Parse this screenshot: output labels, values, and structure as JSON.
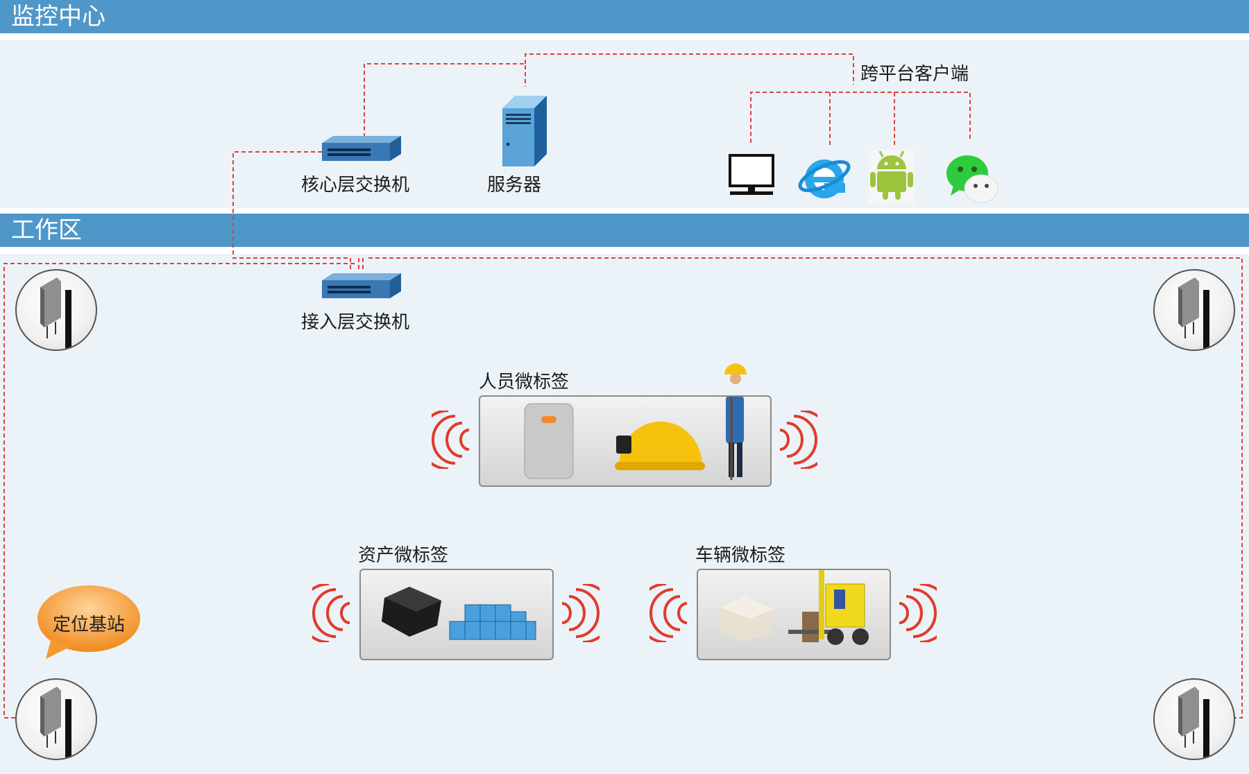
{
  "sections": {
    "monitor_center": "监控中心",
    "work_area": "工作区"
  },
  "nodes": {
    "core_switch": "核心层交换机",
    "server": "服务器",
    "access_switch": "接入层交换机",
    "cross_platform_client": "跨平台客户端",
    "positioning_base_station": "定位基站"
  },
  "tags": {
    "personnel": "人员微标签",
    "asset": "资产微标签",
    "vehicle": "车辆微标签"
  },
  "icons": {
    "clients": [
      "monitor-icon",
      "ie-browser-icon",
      "android-icon",
      "wechat-icon"
    ],
    "station": "base-station-antenna-icon",
    "signal": "signal-wave-icon"
  },
  "colors": {
    "band": "#4f97c9",
    "zone_bg": "#ebf3f8",
    "link": "#e0403a"
  }
}
